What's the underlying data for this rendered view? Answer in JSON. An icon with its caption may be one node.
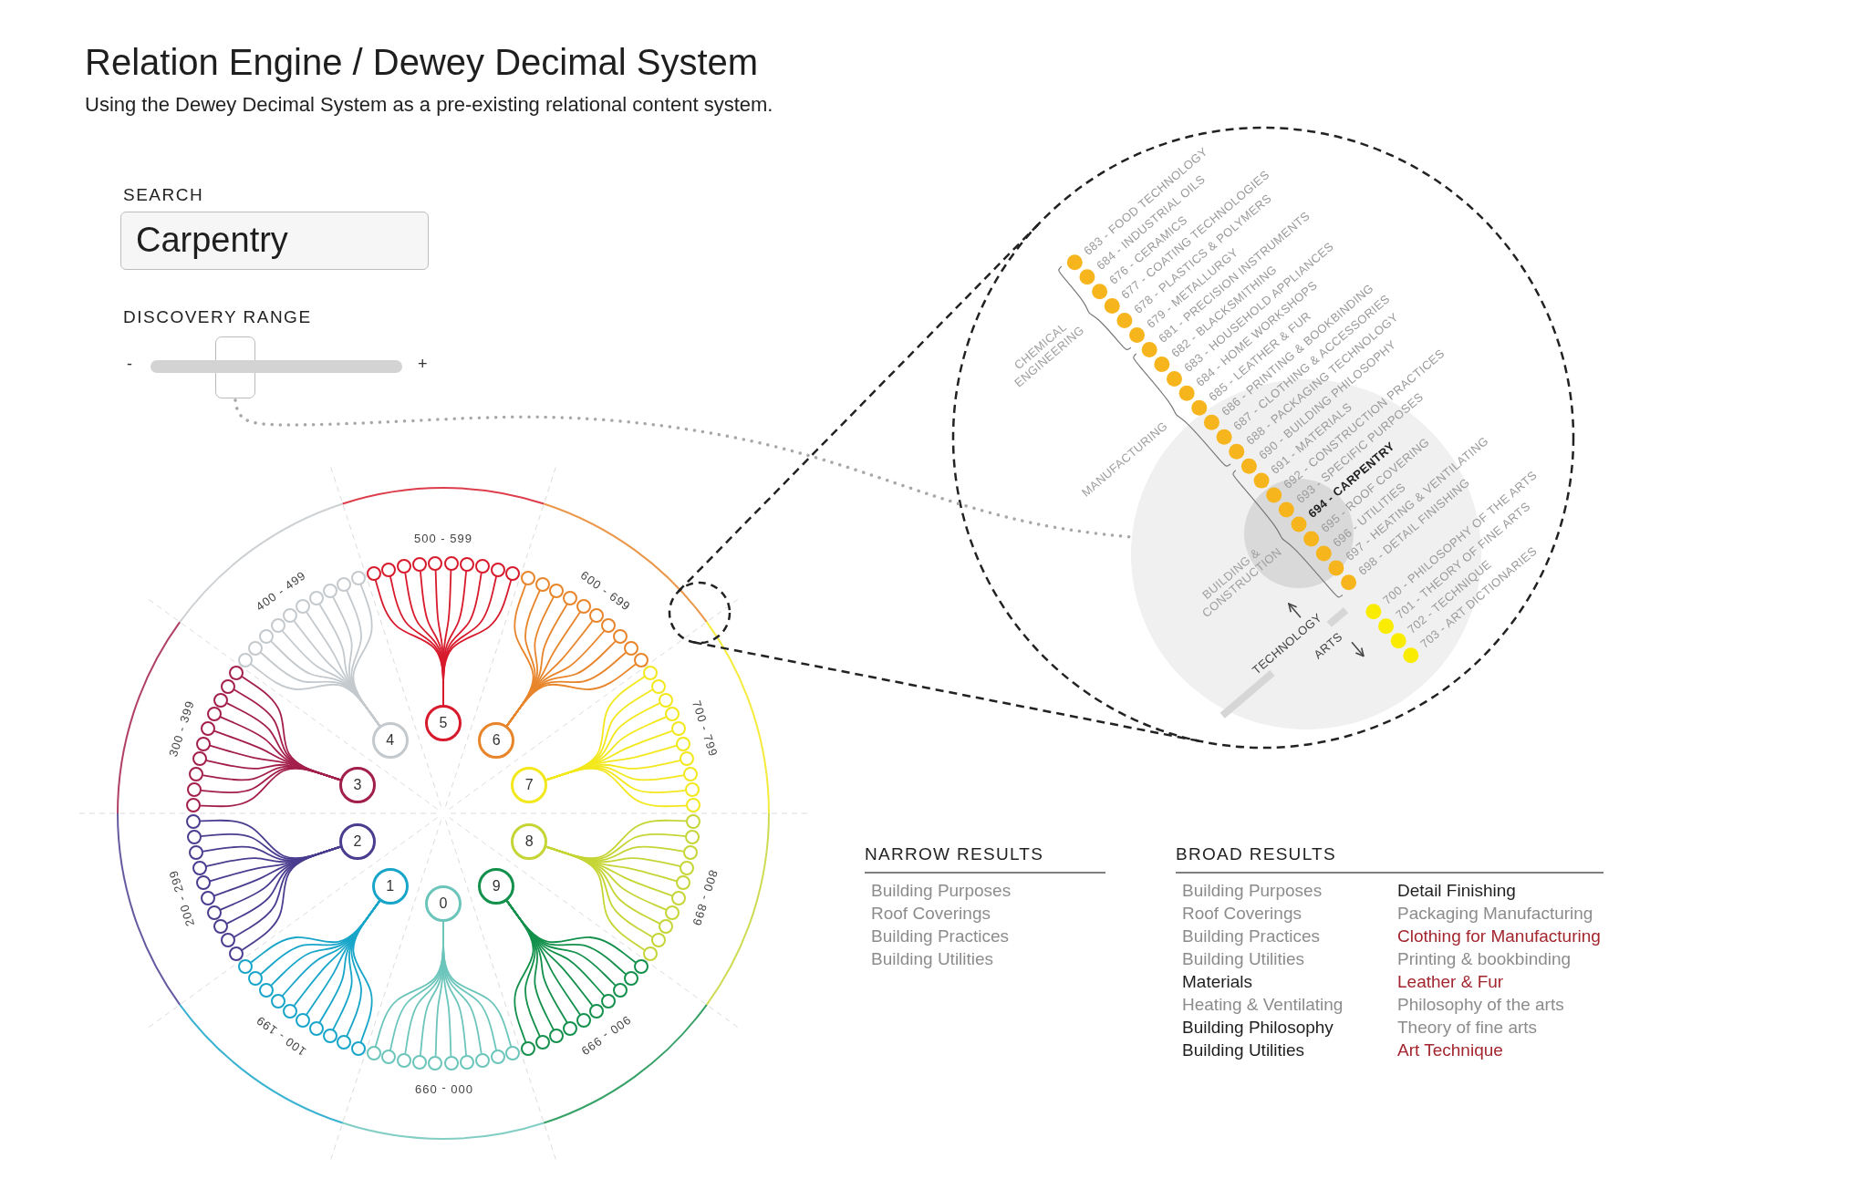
{
  "diagram": {
    "title": "Relation Engine / Dewey Decimal System",
    "nodes": [
      {
        "text": [
          "0"
        ]
      },
      {
        "text": [
          "1"
        ]
      },
      {
        "text": [
          "2"
        ]
      },
      {
        "text": [
          "3"
        ]
      },
      {
        "text": [
          "4"
        ]
      },
      {
        "text": [
          "5"
        ]
      },
      {
        "text": [
          "6"
        ]
      },
      {
        "text": [
          "7"
        ]
      },
      {
        "text": [
          "8"
        ]
      },
      {
        "text": [
          "9"
        ]
      },
      {
        "text": [],
        "shape": "circle"
      },
      {
        "text": [],
        "shape": "circle"
      },
      {
        "text": [],
        "shape": "circle"
      },
      {
        "text": [],
        "shape": "circle"
      },
      {
        "text": [],
        "shape": "circle"
      },
      {
        "text": [],
        "shape": "circle"
      },
      {
        "text": [],
        "shape": "circle"
      },
      {
        "text": [],
        "shape": "circle"
      },
      {
        "text": [],
        "shape": "circle"
      },
      {
        "text": [],
        "shape": "circle"
      },
      {
        "text": [],
        "shape": "circle"
      },
      {
        "text": [],
        "shape": "circle"
      },
      {
        "text": [],
        "shape": "circle"
      },
      {
        "text": [],
        "shape": "circle"
      },
      {
        "text": [],
        "shape": "circle"
      },
      {
        "text": [],
        "shape": "circle"
      },
      {
        "text": [],
        "shape": "circle"
      },
      {
        "text": [],
        "shape": "circle"
      },
      {
        "text": [],
        "shape": "circle"
      },
      {
        "text": [],
        "shape": "circle"
      },
      {
        "text": [],
        "shape": "circle"
      },
      {
        "text": [],
        "shape": "circle"
      },
      {
        "text": [],
        "shape": "circle"
      },
      {
        "text": [],
        "shape": "circle"
      },
      {
        "text": [],
        "shape": "circle"
      },
      {
        "text": [],
        "shape": "circle"
      },
      {
        "text": [],
        "shape": "circle"
      },
      {
        "text": [],
        "shape": "circle"
      },
      {
        "text": [],
        "shape": "circle"
      },
      {
        "text": [],
        "shape": "circle"
      },
      {
        "text": [],
        "shape": "circle"
      },
      {
        "text": [],
        "shape": "circle"
      },
      {
        "text": [],
        "shape": "circle"
      },
      {
        "text": [],
        "shape": "circle"
      },
      {
        "text": [],
        "shape": "circle"
      },
      {
        "text": [],
        "shape": "circle"
      },
      {
        "text": [],
        "shape": "circle"
      },
      {
        "text": [],
        "shape": "circle"
      },
      {
        "text": [],
        "shape": "circle"
      },
      {
        "text": [],
        "shape": "circle"
      },
      {
        "text": [],
        "shape": "circle"
      },
      {
        "text": [],
        "shape": "circle"
      },
      {
        "text": [],
        "shape": "circle"
      },
      {
        "text": [],
        "shape": "circle"
      },
      {
        "text": [],
        "shape": "circle"
      },
      {
        "text": [],
        "shape": "circle"
      },
      {
        "text": [],
        "shape": "circle"
      },
      {
        "text": [],
        "shape": "circle"
      },
      {
        "text": [],
        "shape": "circle"
      },
      {
        "text": [],
        "shape": "circle"
      },
      {
        "text": [],
        "shape": "circle"
      },
      {
        "text": [],
        "shape": "circle"
      },
      {
        "text": [],
        "shape": "circle"
      },
      {
        "text": [],
        "shape": "circle"
      },
      {
        "text": [],
        "shape": "circle"
      },
      {
        "text": [],
        "shape": "circle"
      },
      {
        "text": [],
        "shape": "circle"
      },
      {
        "text": [],
        "shape": "circle"
      },
      {
        "text": [],
        "shape": "circle"
      },
      {
        "text": [],
        "shape": "circle"
      },
      {
        "text": [],
        "shape": "circle"
      },
      {
        "text": [],
        "shape": "circle"
      },
      {
        "text": [],
        "shape": "circle"
      },
      {
        "text": [],
        "shape": "circle"
      },
      {
        "text": [],
        "shape": "circle"
      },
      {
        "text": [],
        "shape": "circle"
      },
      {
        "text": [],
        "shape": "circle"
      },
      {
        "text": [],
        "shape": "circle"
      },
      {
        "text": [],
        "shape": "circle"
      },
      {
        "text": [],
        "shape": "circle"
      },
      {
        "text": [],
        "shape": "circle"
      },
      {
        "text": [],
        "shape": "circle"
      },
      {
        "text": [],
        "shape": "circle"
      },
      {
        "text": [],
        "shape": "circle"
      },
      {
        "text": [],
        "shape": "circle"
      },
      {
        "text": [],
        "shape": "circle"
      },
      {
        "text": [],
        "shape": "circle"
      },
      {
        "text": [],
        "shape": "circle"
      },
      {
        "text": [],
        "shape": "circle"
      },
      {
        "text": [],
        "shape": "circle"
      },
      {
        "text": [],
        "shape": "circle"
      },
      {
        "text": [],
        "shape": "circle"
      },
      {
        "text": [],
        "shape": "circle"
      },
      {
        "text": [],
        "shape": "circle"
      },
      {
        "text": [],
        "shape": "circle"
      },
      {
        "text": [],
        "shape": "circle"
      },
      {
        "text": [],
        "shape": "circle"
      },
      {
        "text": [],
        "shape": "circle"
      },
      {
        "text": [],
        "shape": "circle"
      },
      {
        "text": [],
        "shape": "circle"
      },
      {
        "text": [],
        "shape": "circle"
      },
      {
        "text": [],
        "shape": "circle"
      },
      {
        "text": [],
        "shape": "circle"
      },
      {
        "text": [],
        "shape": "circle"
      },
      {
        "text": [],
        "shape": "circle"
      },
      {
        "text": [],
        "shape": "circle"
      },
      {
        "text": [],
        "shape": "circle"
      },
      {
        "text": [],
        "shape": "circle"
      },
      {
        "text": [],
        "shape": "circle"
      },
      {
        "text": [],
        "shape": "circle"
      },
      {
        "text": [],
        "shape": "box"
      },
      {
        "text": [],
        "shape": "circle"
      }
    ],
    "edges": [
      {
        "from": 0,
        "to": 10,
        "arrow": "none",
        "color": "#6cc5bb"
      },
      {
        "from": 0,
        "to": 11,
        "arrow": "none",
        "color": "#6cc5bb"
      },
      {
        "from": 0,
        "to": 12,
        "arrow": "none",
        "color": "#6cc5bb"
      },
      {
        "from": 0,
        "to": 13,
        "arrow": "none",
        "color": "#6cc5bb"
      },
      {
        "from": 0,
        "to": 14,
        "arrow": "none",
        "color": "#6cc5bb"
      },
      {
        "from": 0,
        "to": 15,
        "arrow": "none",
        "color": "#6cc5bb"
      },
      {
        "from": 0,
        "to": 16,
        "arrow": "none",
        "color": "#6cc5bb"
      },
      {
        "from": 0,
        "to": 17,
        "arrow": "none",
        "color": "#6cc5bb"
      },
      {
        "from": 0,
        "to": 18,
        "arrow": "none",
        "color": "#6cc5bb"
      },
      {
        "from": 0,
        "to": 19,
        "arrow": "none",
        "color": "#6cc5bb"
      },
      {
        "from": 1,
        "to": 20,
        "arrow": "none",
        "color": "#17a5c9"
      },
      {
        "from": 1,
        "to": 21,
        "arrow": "none",
        "color": "#17a5c9"
      },
      {
        "from": 1,
        "to": 22,
        "arrow": "none",
        "color": "#17a5c9"
      },
      {
        "from": 1,
        "to": 23,
        "arrow": "none",
        "color": "#17a5c9"
      },
      {
        "from": 1,
        "to": 24,
        "arrow": "none",
        "color": "#17a5c9"
      },
      {
        "from": 1,
        "to": 25,
        "arrow": "none",
        "color": "#17a5c9"
      },
      {
        "from": 1,
        "to": 26,
        "arrow": "none",
        "color": "#17a5c9"
      },
      {
        "from": 1,
        "to": 27,
        "arrow": "none",
        "color": "#17a5c9"
      },
      {
        "from": 1,
        "to": 28,
        "arrow": "none",
        "color": "#17a5c9"
      },
      {
        "from": 1,
        "to": 29,
        "arrow": "none",
        "color": "#17a5c9"
      },
      {
        "from": 2,
        "to": 30,
        "arrow": "none",
        "color": "#4a3d8f"
      },
      {
        "from": 2,
        "to": 31,
        "arrow": "none",
        "color": "#4a3d8f"
      },
      {
        "from": 2,
        "to": 32,
        "arrow": "none",
        "color": "#4a3d8f"
      },
      {
        "from": 2,
        "to": 33,
        "arrow": "none",
        "color": "#4a3d8f"
      },
      {
        "from": 2,
        "to": 34,
        "arrow": "none",
        "color": "#4a3d8f"
      },
      {
        "from": 2,
        "to": 35,
        "arrow": "none",
        "color": "#4a3d8f"
      },
      {
        "from": 2,
        "to": 36,
        "arrow": "none",
        "color": "#4a3d8f"
      },
      {
        "from": 2,
        "to": 37,
        "arrow": "none",
        "color": "#4a3d8f"
      },
      {
        "from": 2,
        "to": 38,
        "arrow": "none",
        "color": "#4a3d8f"
      },
      {
        "from": 2,
        "to": 39,
        "arrow": "none",
        "color": "#4a3d8f"
      },
      {
        "from": 3,
        "to": 40,
        "arrow": "none",
        "color": "#a31f4b"
      },
      {
        "from": 3,
        "to": 41,
        "arrow": "none",
        "color": "#a31f4b"
      },
      {
        "from": 3,
        "to": 42,
        "arrow": "none",
        "color": "#a31f4b"
      },
      {
        "from": 3,
        "to": 43,
        "arrow": "none",
        "color": "#a31f4b"
      },
      {
        "from": 3,
        "to": 44,
        "arrow": "none",
        "color": "#a31f4b"
      },
      {
        "from": 3,
        "to": 45,
        "arrow": "none",
        "color": "#a31f4b"
      },
      {
        "from": 3,
        "to": 46,
        "arrow": "none",
        "color": "#a31f4b"
      },
      {
        "from": 3,
        "to": 47,
        "arrow": "none",
        "color": "#a31f4b"
      },
      {
        "from": 3,
        "to": 48,
        "arrow": "none",
        "color": "#a31f4b"
      },
      {
        "from": 3,
        "to": 49,
        "arrow": "none",
        "color": "#a31f4b"
      },
      {
        "from": 4,
        "to": 50,
        "arrow": "none",
        "color": "#c4c9cd"
      },
      {
        "from": 4,
        "to": 51,
        "arrow": "none",
        "color": "#c4c9cd"
      },
      {
        "from": 4,
        "to": 52,
        "arrow": "none",
        "color": "#c4c9cd"
      },
      {
        "from": 4,
        "to": 53,
        "arrow": "none",
        "color": "#c4c9cd"
      },
      {
        "from": 4,
        "to": 54,
        "arrow": "none",
        "color": "#c4c9cd"
      },
      {
        "from": 4,
        "to": 55,
        "arrow": "none",
        "color": "#c4c9cd"
      },
      {
        "from": 4,
        "to": 56,
        "arrow": "none",
        "color": "#c4c9cd"
      },
      {
        "from": 4,
        "to": 57,
        "arrow": "none",
        "color": "#c4c9cd"
      },
      {
        "from": 4,
        "to": 58,
        "arrow": "none",
        "color": "#c4c9cd"
      },
      {
        "from": 4,
        "to": 59,
        "arrow": "none",
        "color": "#c4c9cd"
      },
      {
        "from": 5,
        "to": 60,
        "arrow": "none",
        "color": "#d71a2c"
      },
      {
        "from": 5,
        "to": 61,
        "arrow": "none",
        "color": "#d71a2c"
      },
      {
        "from": 5,
        "to": 62,
        "arrow": "none",
        "color": "#d71a2c"
      },
      {
        "from": 5,
        "to": 63,
        "arrow": "none",
        "color": "#d71a2c"
      },
      {
        "from": 5,
        "to": 64,
        "arrow": "none",
        "color": "#d71a2c"
      },
      {
        "from": 5,
        "to": 65,
        "arrow": "none",
        "color": "#d71a2c"
      },
      {
        "from": 5,
        "to": 66,
        "arrow": "none",
        "color": "#d71a2c"
      },
      {
        "from": 5,
        "to": 67,
        "arrow": "none",
        "color": "#d71a2c"
      },
      {
        "from": 5,
        "to": 68,
        "arrow": "none",
        "color": "#d71a2c"
      },
      {
        "from": 5,
        "to": 69,
        "arrow": "none",
        "color": "#d71a2c"
      },
      {
        "from": 6,
        "to": 70,
        "arrow": "none",
        "color": "#e8852a"
      },
      {
        "from": 6,
        "to": 71,
        "arrow": "none",
        "color": "#e8852a"
      },
      {
        "from": 6,
        "to": 72,
        "arrow": "none",
        "color": "#e8852a"
      },
      {
        "from": 6,
        "to": 73,
        "arrow": "none",
        "color": "#e8852a"
      },
      {
        "from": 6,
        "to": 74,
        "arrow": "none",
        "color": "#e8852a"
      },
      {
        "from": 6,
        "to": 75,
        "arrow": "none",
        "color": "#e8852a"
      },
      {
        "from": 6,
        "to": 76,
        "arrow": "none",
        "color": "#e8852a"
      },
      {
        "from": 6,
        "to": 77,
        "arrow": "none",
        "color": "#e8852a"
      },
      {
        "from": 6,
        "to": 78,
        "arrow": "none",
        "color": "#e8852a"
      },
      {
        "from": 6,
        "to": 79,
        "arrow": "none",
        "color": "#e8852a"
      },
      {
        "from": 7,
        "to": 80,
        "arrow": "none",
        "color": "#f3e81c"
      },
      {
        "from": 7,
        "to": 81,
        "arrow": "none",
        "color": "#f3e81c"
      },
      {
        "from": 7,
        "to": 82,
        "arrow": "none",
        "color": "#f3e81c"
      },
      {
        "from": 7,
        "to": 83,
        "arrow": "none",
        "color": "#f3e81c"
      },
      {
        "from": 7,
        "to": 84,
        "arrow": "none",
        "color": "#f3e81c"
      },
      {
        "from": 7,
        "to": 85,
        "arrow": "none",
        "color": "#f3e81c"
      },
      {
        "from": 7,
        "to": 86,
        "arrow": "none",
        "color": "#f3e81c"
      },
      {
        "from": 7,
        "to": 87,
        "arrow": "none",
        "color": "#f3e81c"
      },
      {
        "from": 7,
        "to": 88,
        "arrow": "none",
        "color": "#f3e81c"
      },
      {
        "from": 7,
        "to": 89,
        "arrow": "none",
        "color": "#f3e81c"
      },
      {
        "from": 8,
        "to": 90,
        "arrow": "none",
        "color": "#c5d535"
      },
      {
        "from": 8,
        "to": 91,
        "arrow": "none",
        "color": "#c5d535"
      },
      {
        "from": 8,
        "to": 92,
        "arrow": "none",
        "color": "#c5d535"
      },
      {
        "from": 8,
        "to": 93,
        "arrow": "none",
        "color": "#c5d535"
      },
      {
        "from": 8,
        "to": 94,
        "arrow": "none",
        "color": "#c5d535"
      },
      {
        "from": 8,
        "to": 95,
        "arrow": "none",
        "color": "#c5d535"
      },
      {
        "from": 8,
        "to": 96,
        "arrow": "none",
        "color": "#c5d535"
      },
      {
        "from": 8,
        "to": 97,
        "arrow": "none",
        "color": "#c5d535"
      },
      {
        "from": 8,
        "to": 98,
        "arrow": "none",
        "color": "#c5d535"
      },
      {
        "from": 8,
        "to": 99,
        "arrow": "none",
        "color": "#c5d535"
      },
      {
        "from": 9,
        "to": 100,
        "arrow": "none",
        "color": "#13904b"
      },
      {
        "from": 9,
        "to": 101,
        "arrow": "none",
        "color": "#13904b"
      },
      {
        "from": 9,
        "to": 102,
        "arrow": "none",
        "color": "#13904b"
      },
      {
        "from": 9,
        "to": 103,
        "arrow": "none",
        "color": "#13904b"
      },
      {
        "from": 9,
        "to": 104,
        "arrow": "none",
        "color": "#13904b"
      },
      {
        "from": 9,
        "to": 105,
        "arrow": "none",
        "color": "#13904b"
      },
      {
        "from": 9,
        "to": 106,
        "arrow": "none",
        "color": "#13904b"
      },
      {
        "from": 9,
        "to": 107,
        "arrow": "none",
        "color": "#13904b"
      },
      {
        "from": 9,
        "to": 108,
        "arrow": "none",
        "color": "#13904b"
      },
      {
        "from": 9,
        "to": 109,
        "arrow": "none",
        "color": "#13904b"
      },
      {
        "from": 110,
        "to": 111,
        "arrow": "none",
        "style": "dashed",
        "color": "#a8a8a8"
      }
    ],
    "labels": [
      "Using the Dewey Decimal System as a pre-existing relational content system.",
      "SEARCH",
      "Carpentry",
      "DISCOVERY RANGE",
      "-",
      "+",
      "000 - 099",
      "100 - 199",
      "200 - 299",
      "300 - 399",
      "400 - 499",
      "500 - 599",
      "600 - 699",
      "700 - 799",
      "800 - 899",
      "900 - 999",
      "683 - FOOD TECHNOLOGY",
      "684 - INDUSTRIAL OILS",
      "676 - CERAMICS",
      "677 - COATING TECHNOLOGIES",
      "678 - PLASTICS & POLYMERS",
      "679 - METALLURGY",
      "681 - PRECISION INSTRUMENTS",
      "682 - BLACKSMITHING",
      "683 - HOUSEHOLD APPLIANCES",
      "684 - HOME WORKSHOPS",
      "685 - LEATHER & FUR",
      "686 - PRINTING & BOOKBINDING",
      "687 - CLOTHING & ACCESSORIES",
      "688 - PACKAGING TECHNOLOGY",
      "690 - BUILDING PHILOSOPHY",
      "691 - MATERIALS",
      "692 - CONSTRUCTION PRACTICES",
      "693 - SPECIFIC PURPOSES",
      "694 - CARPENTRY",
      "695 - ROOF COVERING",
      "696 - UTILITIES",
      "697 - HEATING & VENTILATING",
      "698 - DETAIL FINISHING",
      "700 - PHILOSOPHY OF THE ARTS",
      "701 - THEORY OF FINE ARTS",
      "702 - TECHNIQUE",
      "703 - ART DICTIONARIES",
      "CHEMICAL ENGINEERING",
      "MANUFACTURING",
      "BUILDING & CONSTRUCTION",
      "TECHNOLOGY",
      "ARTS",
      "NARROW RESULTS",
      "Building Purposes",
      "Roof Coverings",
      "Building Practices",
      "Building Utilities",
      "BROAD RESULTS",
      "Building Purposes",
      "Detail Finishing",
      "Roof Coverings",
      "Packaging Manufacturing",
      "Building Practices",
      "Clothing for Manufacturing",
      "Building Utilities",
      "Printing & bookbinding",
      "Materials",
      "Leather & Fur",
      "Heating & Ventilating",
      "Philosophy of the arts",
      "Building Philosophy",
      "Theory of fine arts",
      "Building Utilities",
      "Art Technique"
    ]
  }
}
